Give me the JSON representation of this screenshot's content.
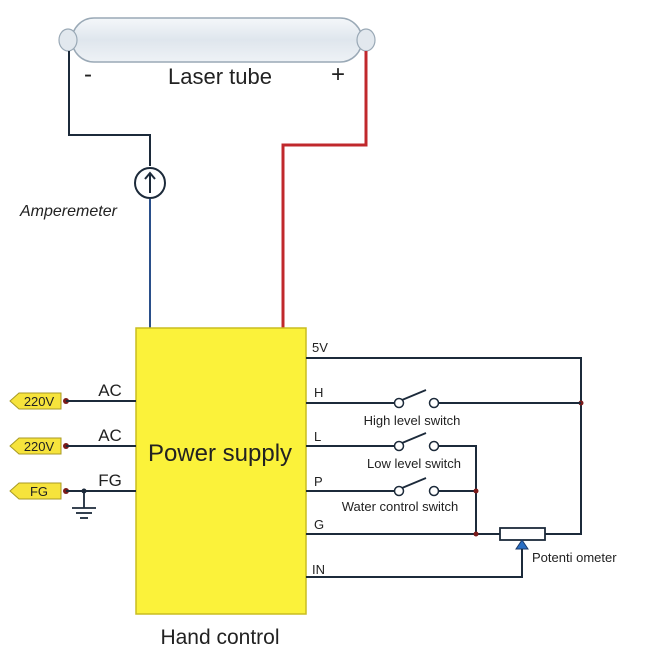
{
  "laser_tube": {
    "title": "Laser tube",
    "minus": "-",
    "plus": "+"
  },
  "ammeter": {
    "label": "Amperemeter"
  },
  "power_supply": {
    "title": "Power supply",
    "footer": "Hand control",
    "terminals": [
      "5V",
      "H",
      "L",
      "P",
      "G",
      "IN"
    ]
  },
  "inputs": [
    {
      "tag": "220V",
      "line": "AC"
    },
    {
      "tag": "220V",
      "line": "AC"
    },
    {
      "tag": "FG",
      "line": "FG"
    }
  ],
  "switches": {
    "high": "High level switch",
    "low": "Low level switch",
    "water": "Water control switch"
  },
  "potentiometer": {
    "label": "Potenti ometer"
  },
  "colors": {
    "psu_fill": "#fbf23a",
    "tag_fill": "#f6e33c",
    "wire": "#1c2a3a",
    "hv_wire": "#c0282c",
    "ammeter_wire": "#2a4f8a",
    "tube_glass": "#e6edf3"
  }
}
